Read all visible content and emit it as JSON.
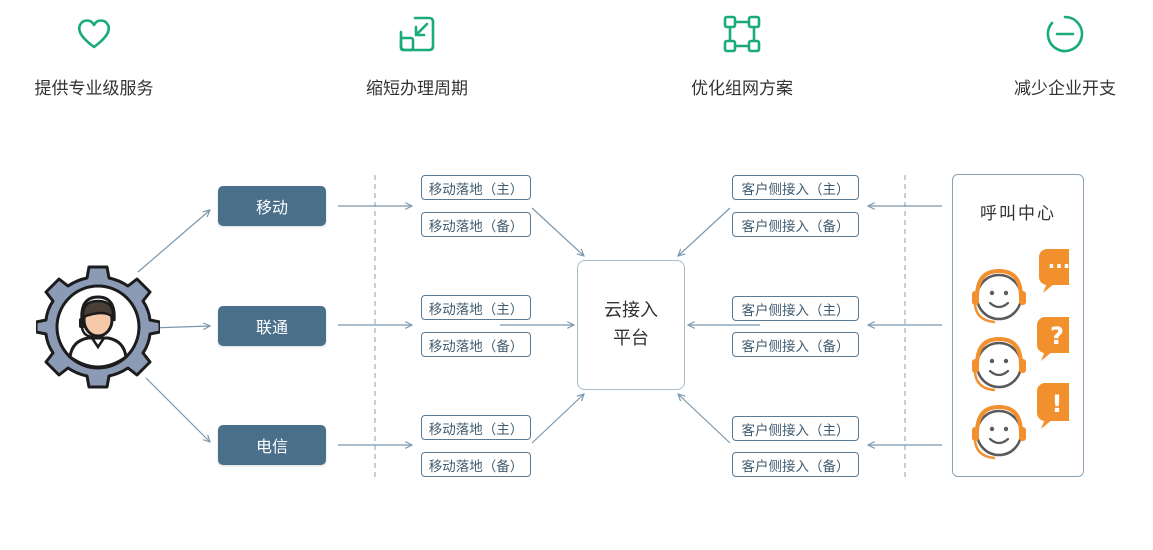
{
  "features": [
    {
      "label": "提供专业级服务",
      "icon": "heart-icon"
    },
    {
      "label": "缩短办理周期",
      "icon": "shrink-arrow-icon"
    },
    {
      "label": "优化组网方案",
      "icon": "network-icon"
    },
    {
      "label": "减少企业开支",
      "icon": "minus-circle-icon"
    }
  ],
  "carriers": [
    "移动",
    "联通",
    "电信"
  ],
  "landing": {
    "main": "移动落地（主）",
    "backup": "移动落地（备）"
  },
  "client_access": {
    "main": "客户侧接入（主）",
    "backup": "客户侧接入（备）"
  },
  "platform": {
    "line1": "云接入",
    "line2": "平台"
  },
  "call_center": {
    "title": "呼叫中心",
    "bubbles": [
      "···",
      "?",
      "!"
    ]
  },
  "colors": {
    "accent_green": "#1aab7a",
    "carrier_blue": "#4a6f8a",
    "bubble_orange": "#f3902e",
    "arrow": "#7a97ad"
  },
  "icons": {
    "hub": "gear-agent-icon",
    "agent": "headset-agent-icon"
  }
}
